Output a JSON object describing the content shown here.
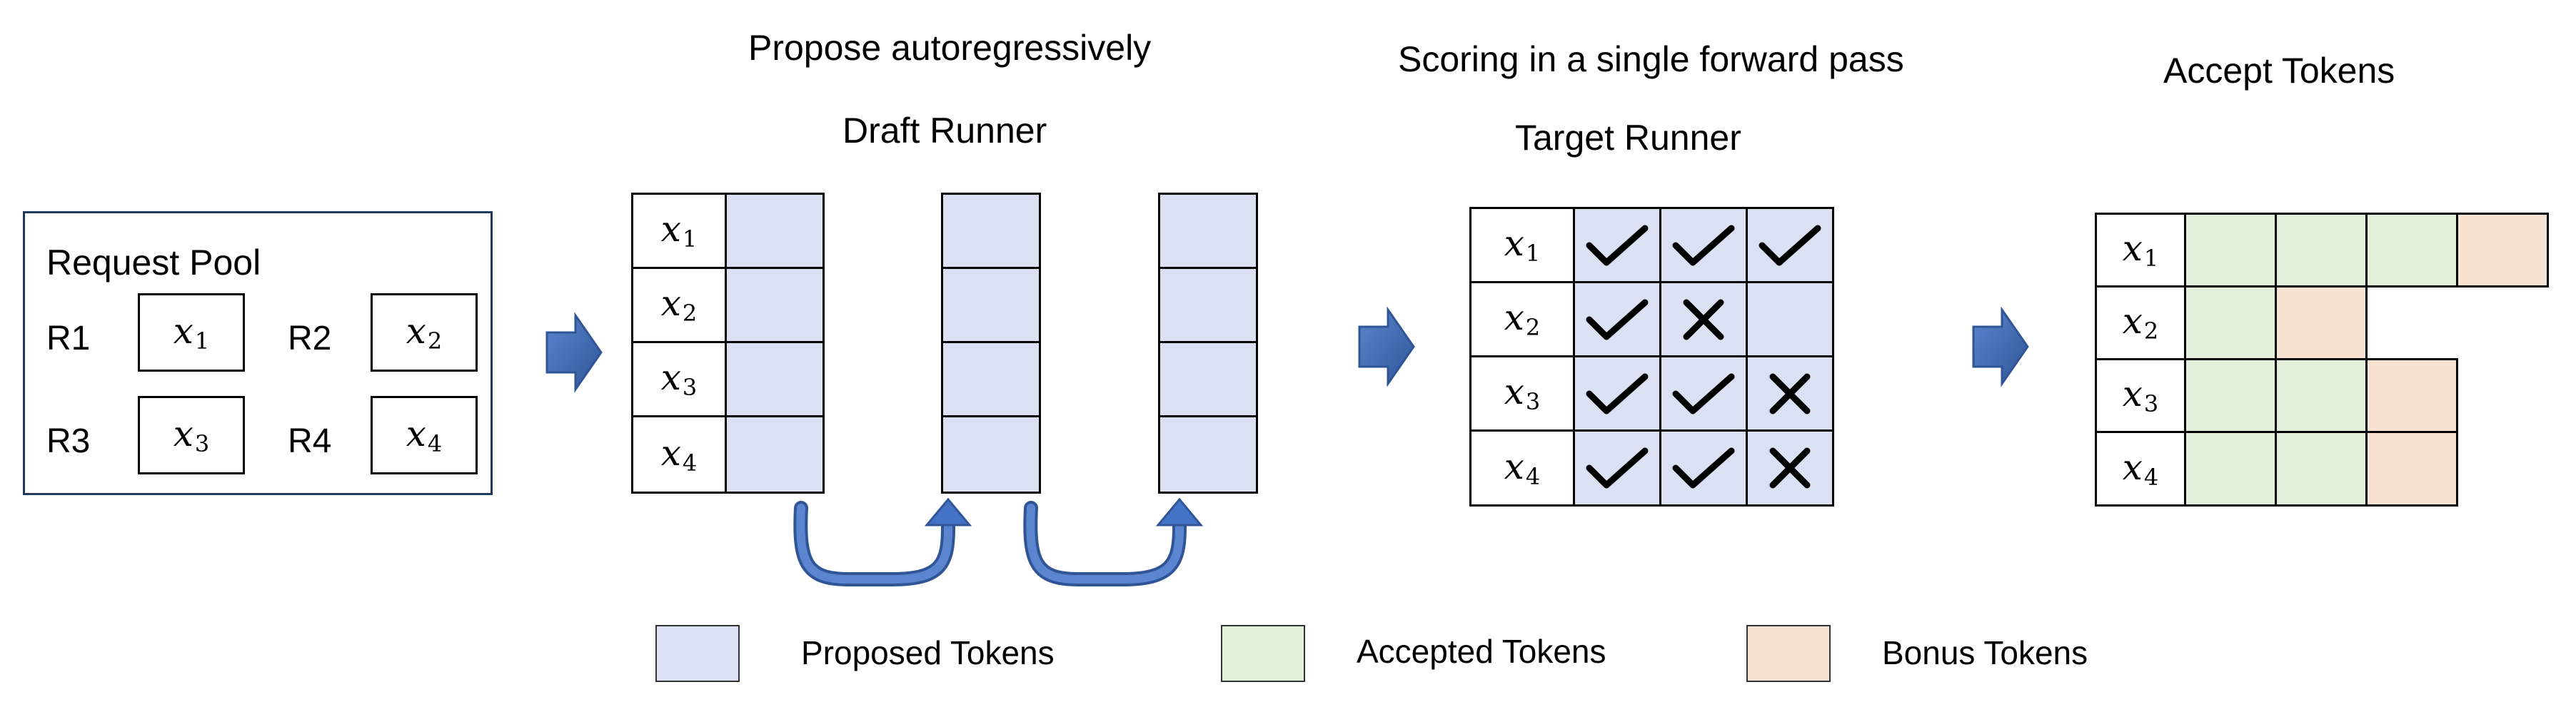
{
  "titles": {
    "propose": "Propose autoregressively",
    "draft_runner": "Draft Runner",
    "scoring": "Scoring in a single forward pass",
    "target_runner": "Target Runner",
    "accept": "Accept Tokens"
  },
  "request_pool": {
    "title": "Request Pool",
    "requests": [
      {
        "label": "R1",
        "var": "x",
        "sub": "1"
      },
      {
        "label": "R2",
        "var": "x",
        "sub": "2"
      },
      {
        "label": "R3",
        "var": "x",
        "sub": "3"
      },
      {
        "label": "R4",
        "var": "x",
        "sub": "4"
      }
    ]
  },
  "rows": [
    {
      "var": "x",
      "sub": "1"
    },
    {
      "var": "x",
      "sub": "2"
    },
    {
      "var": "x",
      "sub": "3"
    },
    {
      "var": "x",
      "sub": "4"
    }
  ],
  "target_marks": [
    [
      "check",
      "check",
      "check"
    ],
    [
      "check",
      "cross",
      ""
    ],
    [
      "check",
      "check",
      "cross"
    ],
    [
      "check",
      "check",
      "cross"
    ]
  ],
  "accept_cells": [
    [
      "accepted",
      "accepted",
      "accepted",
      "bonus"
    ],
    [
      "accepted",
      "bonus",
      "",
      ""
    ],
    [
      "accepted",
      "accepted",
      "bonus",
      ""
    ],
    [
      "accepted",
      "accepted",
      "bonus",
      ""
    ]
  ],
  "legend": {
    "proposed": "Proposed Tokens",
    "accepted": "Accepted Tokens",
    "bonus": "Bonus Tokens"
  },
  "colors": {
    "proposed": "#d9e1f2",
    "accepted": "#e2efda",
    "bonus": "#f8e3d3",
    "arrow": "#4472c4",
    "arrow_dark": "#2f5597"
  }
}
